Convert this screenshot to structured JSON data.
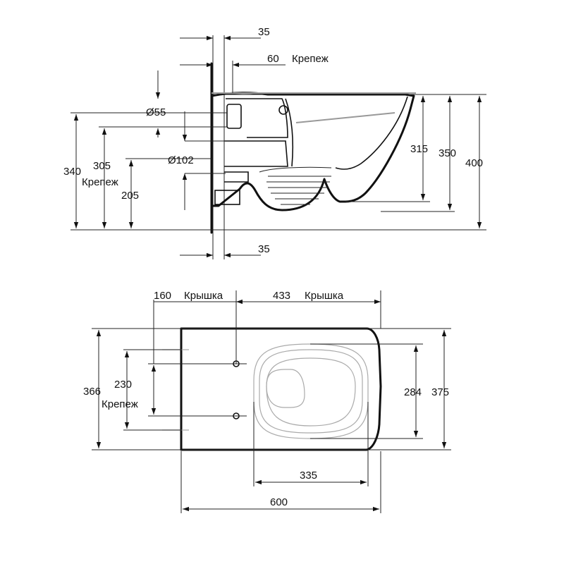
{
  "side_view": {
    "dim_35_top": "35",
    "dim_60": "60",
    "label_fixing_top": "Крепеж",
    "dim_55": "Ø55",
    "dim_102": "Ø102",
    "dim_315": "315",
    "dim_350": "350",
    "dim_400": "400",
    "dim_340": "340",
    "dim_305": "305",
    "label_fixing_left": "Крепеж",
    "dim_205": "205",
    "dim_35_bottom": "35"
  },
  "top_view": {
    "dim_160": "160",
    "label_lid_160": "Крышка",
    "dim_433": "433",
    "label_lid_433": "Крышка",
    "dim_366": "366",
    "dim_230": "230",
    "label_fixing": "Крепеж",
    "dim_284": "284",
    "dim_375": "375",
    "dim_335": "335",
    "dim_600": "600"
  }
}
